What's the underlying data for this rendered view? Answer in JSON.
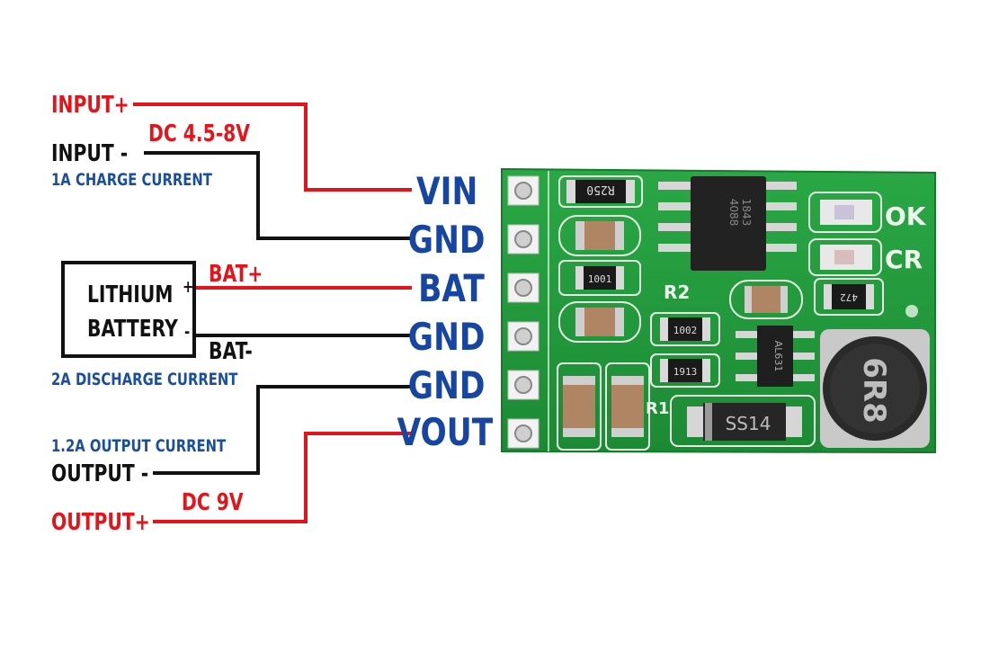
{
  "labels": {
    "input_plus": "INPUT+",
    "input_minus": "INPUT -",
    "input_voltage": "DC 4.5-8V",
    "charge_current": "1A CHARGE CURRENT",
    "battery_line1": "LITHIUM",
    "battery_line2": "BATTERY",
    "bat_plus_sign": "+",
    "bat_minus_sign": "-",
    "bat_plus": "BAT+",
    "bat_minus": "BAT-",
    "discharge_current": "2A DISCHARGE CURRENT",
    "output_current": "1.2A OUTPUT CURRENT",
    "output_minus": "OUTPUT -",
    "output_voltage": "DC 9V",
    "output_plus": "OUTPUT+"
  },
  "pins": [
    "VIN",
    "GND",
    "BAT",
    "GND",
    "GND",
    "VOUT"
  ],
  "board": {
    "resistor_r250": "R250",
    "chip_main": "4088",
    "chip_main_sub": "1843",
    "led_ok": "OK",
    "led_cr": "CR",
    "r2": "R2",
    "r1": "R1",
    "res_1001": "1001",
    "res_1002": "1002",
    "res_1913": "1913",
    "res_472": "472",
    "chip_al631": "AL631",
    "diode_ss14": "SS14",
    "inductor_6r8": "6R8"
  },
  "colors": {
    "red_wire": "#e3151a",
    "black_wire": "#111111",
    "pin_blue": "#1746a2",
    "pcb_green": "#1f9a3a"
  }
}
